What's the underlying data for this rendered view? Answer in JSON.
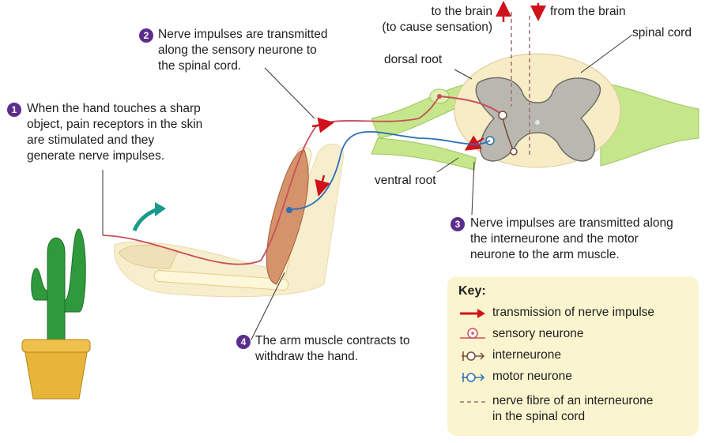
{
  "steps": [
    {
      "number": "1",
      "text": "When the hand touches a sharp\nobject, pain receptors in the skin\nare stimulated and they\ngenerate nerve impulses."
    },
    {
      "number": "2",
      "text": "Nerve impulses are transmitted\nalong the sensory neurone to\nthe spinal cord."
    },
    {
      "number": "3",
      "text": "Nerve impulses are transmitted along\nthe interneurone and the motor\nneurone to the arm muscle."
    },
    {
      "number": "4",
      "text": "The arm muscle contracts to\nwithdraw the hand."
    }
  ],
  "labels": {
    "to_brain": "to the brain\n(to cause sensation)",
    "from_brain": "from the brain",
    "spinal_cord": "spinal cord",
    "dorsal_root": "dorsal root",
    "ventral_root": "ventral root"
  },
  "key": {
    "title": "Key:",
    "items": [
      {
        "icon": "red-arrow-icon",
        "label": "transmission of nerve impulse"
      },
      {
        "icon": "sensory-neurone-icon",
        "label": "sensory neurone"
      },
      {
        "icon": "interneurone-icon",
        "label": "interneurone"
      },
      {
        "icon": "motor-neurone-icon",
        "label": "motor neurone"
      },
      {
        "icon": "dashed-line-icon",
        "label": "nerve fibre of an interneurone\nin the spinal cord"
      }
    ]
  },
  "colors": {
    "step_badge": "#5b2d8c",
    "impulse_arrow": "#d0121b",
    "sensory_neurone": "#c8505a",
    "motor_neurone": "#2f6fb6",
    "interneurone": "#7a4a3a",
    "key_background": "#fbf5cf",
    "spinal_cord_white": "#f7ecc6",
    "spinal_cord_grey": "#b8b8b0",
    "nerve_green": "#b9e07a"
  }
}
